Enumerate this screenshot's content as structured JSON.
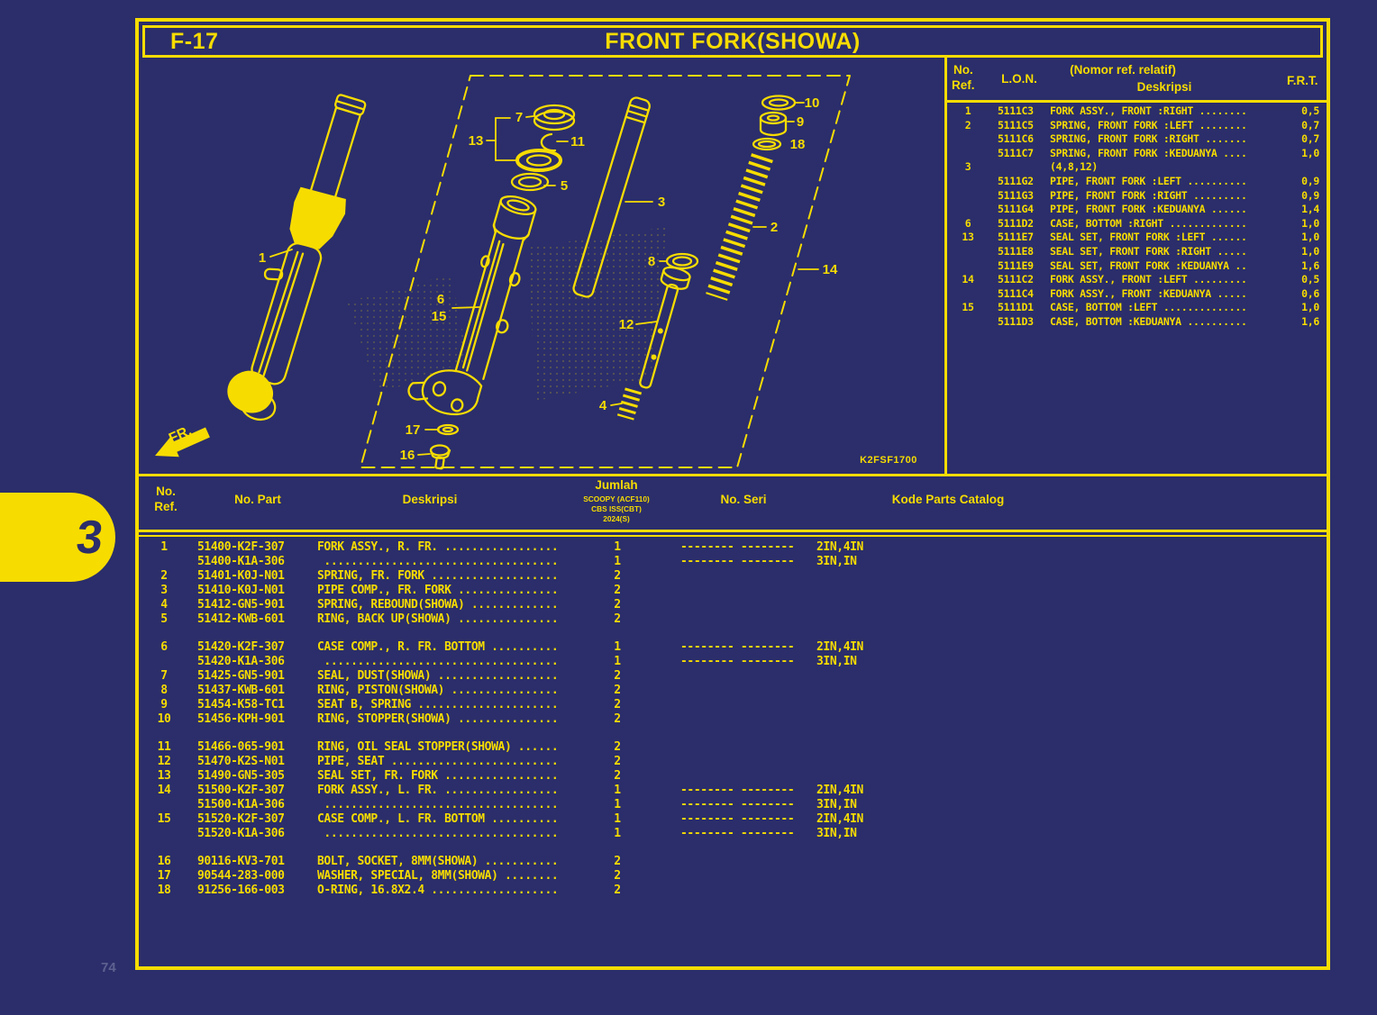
{
  "colors": {
    "background": "#2b2e6a",
    "accent_yellow": "#f7dc00",
    "page_number_muted": "#5d6190"
  },
  "page": {
    "section_code": "F-17",
    "title": "FRONT FORK(SHOWA)",
    "side_tab_number": "3",
    "page_number": "74"
  },
  "diagram": {
    "drawing_code": "K2FSF1700",
    "front_arrow_label": "FR.",
    "callouts": {
      "c1": "1",
      "c2": "2",
      "c3": "3",
      "c4": "4",
      "c5": "5",
      "c6": "6",
      "c7": "7",
      "c8": "8",
      "c9": "9",
      "c10": "10",
      "c11": "11",
      "c12": "12",
      "c13": "13",
      "c14": "14",
      "c15": "15",
      "c16": "16",
      "c17": "17",
      "c18": "18"
    }
  },
  "ref_table": {
    "headers": {
      "no": "No.",
      "ref": "Ref.",
      "lon": "L.O.N.",
      "relative_note": "(Nomor ref. relatif)",
      "deskripsi": "Deskripsi",
      "frt": "F.R.T."
    },
    "rows": [
      {
        "ref": "1",
        "lon": "5111C3",
        "desc": "FORK ASSY., FRONT :RIGHT ........",
        "frt": "0,5"
      },
      {
        "ref": "2",
        "lon": "5111C5",
        "desc": "SPRING, FRONT FORK :LEFT ........",
        "frt": "0,7"
      },
      {
        "ref": "",
        "lon": "5111C6",
        "desc": "SPRING, FRONT FORK :RIGHT .......",
        "frt": "0,7"
      },
      {
        "ref": "",
        "lon": "5111C7",
        "desc": "SPRING, FRONT FORK :KEDUANYA ....",
        "frt": "1,0"
      },
      {
        "ref": "3",
        "lon": "",
        "desc": "(4,8,12)",
        "frt": ""
      },
      {
        "ref": "",
        "lon": "5111G2",
        "desc": "PIPE, FRONT FORK :LEFT ..........",
        "frt": "0,9"
      },
      {
        "ref": "",
        "lon": "5111G3",
        "desc": "PIPE, FRONT FORK :RIGHT .........",
        "frt": "0,9"
      },
      {
        "ref": "",
        "lon": "5111G4",
        "desc": "PIPE, FRONT FORK :KEDUANYA ......",
        "frt": "1,4"
      },
      {
        "ref": "6",
        "lon": "5111D2",
        "desc": "CASE, BOTTOM :RIGHT .............",
        "frt": "1,0"
      },
      {
        "ref": "13",
        "lon": "5111E7",
        "desc": "SEAL SET, FRONT FORK :LEFT ......",
        "frt": "1,0"
      },
      {
        "ref": "",
        "lon": "5111E8",
        "desc": "SEAL SET, FRONT FORK :RIGHT .....",
        "frt": "1,0"
      },
      {
        "ref": "",
        "lon": "5111E9",
        "desc": "SEAL SET, FRONT FORK :KEDUANYA ..",
        "frt": "1,6"
      },
      {
        "ref": "14",
        "lon": "5111C2",
        "desc": "FORK ASSY., FRONT :LEFT .........",
        "frt": "0,5"
      },
      {
        "ref": "",
        "lon": "5111C4",
        "desc": "FORK ASSY., FRONT :KEDUANYA .....",
        "frt": "0,6"
      },
      {
        "ref": "15",
        "lon": "5111D1",
        "desc": "CASE, BOTTOM :LEFT ..............",
        "frt": "1,0"
      },
      {
        "ref": "",
        "lon": "5111D3",
        "desc": "CASE, BOTTOM :KEDUANYA ..........",
        "frt": "1,6"
      }
    ]
  },
  "parts_table": {
    "headers": {
      "no": "No.",
      "ref": "Ref.",
      "part": "No. Part",
      "deskripsi": "Deskripsi",
      "jumlah": "Jumlah",
      "jumlah_sub": [
        "SCOOPY (ACF110)",
        "CBS ISS(CBT)",
        "2024(S)"
      ],
      "seri": "No. Seri",
      "kode": "Kode Parts Catalog"
    },
    "groups": [
      [
        {
          "ref": "1",
          "part": "51400-K2F-307",
          "desc": "FORK ASSY., R. FR. .................",
          "qty": "1",
          "seri": "-------- --------",
          "kode": "2IN,4IN"
        },
        {
          "ref": "",
          "part": "51400-K1A-306",
          "desc": " ...................................",
          "qty": "1",
          "seri": "-------- --------",
          "kode": "3IN,IN"
        },
        {
          "ref": "2",
          "part": "51401-K0J-N01",
          "desc": "SPRING, FR. FORK ...................",
          "qty": "2",
          "seri": "",
          "kode": ""
        },
        {
          "ref": "3",
          "part": "51410-K0J-N01",
          "desc": "PIPE COMP., FR. FORK ...............",
          "qty": "2",
          "seri": "",
          "kode": ""
        },
        {
          "ref": "4",
          "part": "51412-GN5-901",
          "desc": "SPRING, REBOUND(SHOWA) .............",
          "qty": "2",
          "seri": "",
          "kode": ""
        },
        {
          "ref": "5",
          "part": "51412-KWB-601",
          "desc": "RING, BACK UP(SHOWA) ...............",
          "qty": "2",
          "seri": "",
          "kode": ""
        }
      ],
      [
        {
          "ref": "6",
          "part": "51420-K2F-307",
          "desc": "CASE COMP., R. FR. BOTTOM ..........",
          "qty": "1",
          "seri": "-------- --------",
          "kode": "2IN,4IN"
        },
        {
          "ref": "",
          "part": "51420-K1A-306",
          "desc": " ...................................",
          "qty": "1",
          "seri": "-------- --------",
          "kode": "3IN,IN"
        },
        {
          "ref": "7",
          "part": "51425-GN5-901",
          "desc": "SEAL, DUST(SHOWA) ..................",
          "qty": "2",
          "seri": "",
          "kode": ""
        },
        {
          "ref": "8",
          "part": "51437-KWB-601",
          "desc": "RING, PISTON(SHOWA) ................",
          "qty": "2",
          "seri": "",
          "kode": ""
        },
        {
          "ref": "9",
          "part": "51454-K58-TC1",
          "desc": "SEAT B, SPRING .....................",
          "qty": "2",
          "seri": "",
          "kode": ""
        },
        {
          "ref": "10",
          "part": "51456-KPH-901",
          "desc": "RING, STOPPER(SHOWA) ...............",
          "qty": "2",
          "seri": "",
          "kode": ""
        }
      ],
      [
        {
          "ref": "11",
          "part": "51466-065-901",
          "desc": "RING, OIL SEAL STOPPER(SHOWA) ......",
          "qty": "2",
          "seri": "",
          "kode": ""
        },
        {
          "ref": "12",
          "part": "51470-K2S-N01",
          "desc": "PIPE, SEAT .........................",
          "qty": "2",
          "seri": "",
          "kode": ""
        },
        {
          "ref": "13",
          "part": "51490-GN5-305",
          "desc": "SEAL SET, FR. FORK .................",
          "qty": "2",
          "seri": "",
          "kode": ""
        },
        {
          "ref": "14",
          "part": "51500-K2F-307",
          "desc": "FORK ASSY., L. FR. .................",
          "qty": "1",
          "seri": "-------- --------",
          "kode": "2IN,4IN"
        },
        {
          "ref": "",
          "part": "51500-K1A-306",
          "desc": " ...................................",
          "qty": "1",
          "seri": "-------- --------",
          "kode": "3IN,IN"
        },
        {
          "ref": "15",
          "part": "51520-K2F-307",
          "desc": "CASE COMP., L. FR. BOTTOM ..........",
          "qty": "1",
          "seri": "-------- --------",
          "kode": "2IN,4IN"
        },
        {
          "ref": "",
          "part": "51520-K1A-306",
          "desc": " ...................................",
          "qty": "1",
          "seri": "-------- --------",
          "kode": "3IN,IN"
        }
      ],
      [
        {
          "ref": "16",
          "part": "90116-KV3-701",
          "desc": "BOLT, SOCKET, 8MM(SHOWA) ...........",
          "qty": "2",
          "seri": "",
          "kode": ""
        },
        {
          "ref": "17",
          "part": "90544-283-000",
          "desc": "WASHER, SPECIAL, 8MM(SHOWA) ........",
          "qty": "2",
          "seri": "",
          "kode": ""
        },
        {
          "ref": "18",
          "part": "91256-166-003",
          "desc": "O-RING, 16.8X2.4 ...................",
          "qty": "2",
          "seri": "",
          "kode": ""
        }
      ]
    ]
  }
}
